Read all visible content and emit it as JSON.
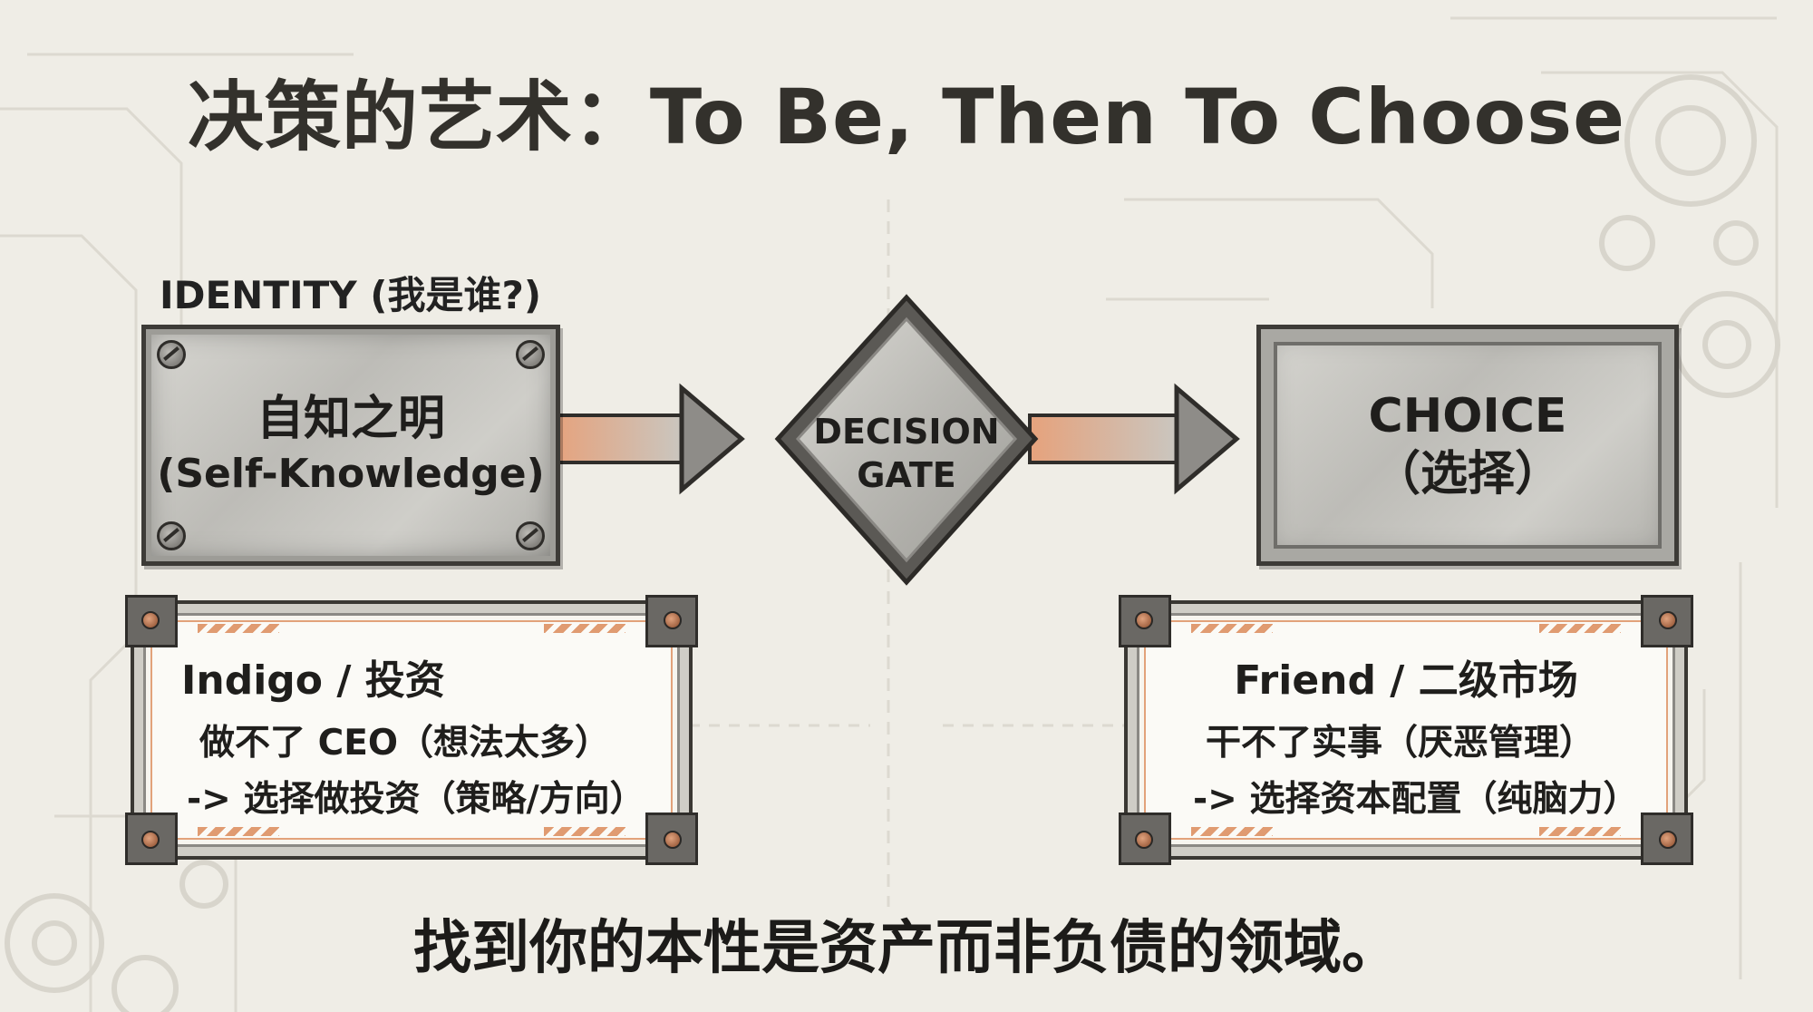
{
  "title": "决策的艺术：To Be, Then To Choose",
  "identity": {
    "label": "IDENTITY (我是谁?)",
    "plate_line1": "自知之明",
    "plate_line2": "(Self-Knowledge)"
  },
  "gate": {
    "line1": "DECISION",
    "line2": "GATE"
  },
  "choice": {
    "line1": "CHOICE",
    "line2": "（选择）"
  },
  "cards": [
    {
      "title": "Indigo / 投资",
      "line1": "做不了 CEO（想法太多）",
      "line2": "-> 选择做投资（策略/方向）"
    },
    {
      "title": "Friend / 二级市场",
      "line1": "干不了实事（厌恶管理）",
      "line2": "-> 选择资本配置（纯脑力）"
    }
  ],
  "footer": "找到你的本性是资产而非负债的领域。",
  "colors": {
    "accent": "#e09b71",
    "metal": "#bdbcb7",
    "frame": "#3a3833",
    "background": "#efede6"
  }
}
